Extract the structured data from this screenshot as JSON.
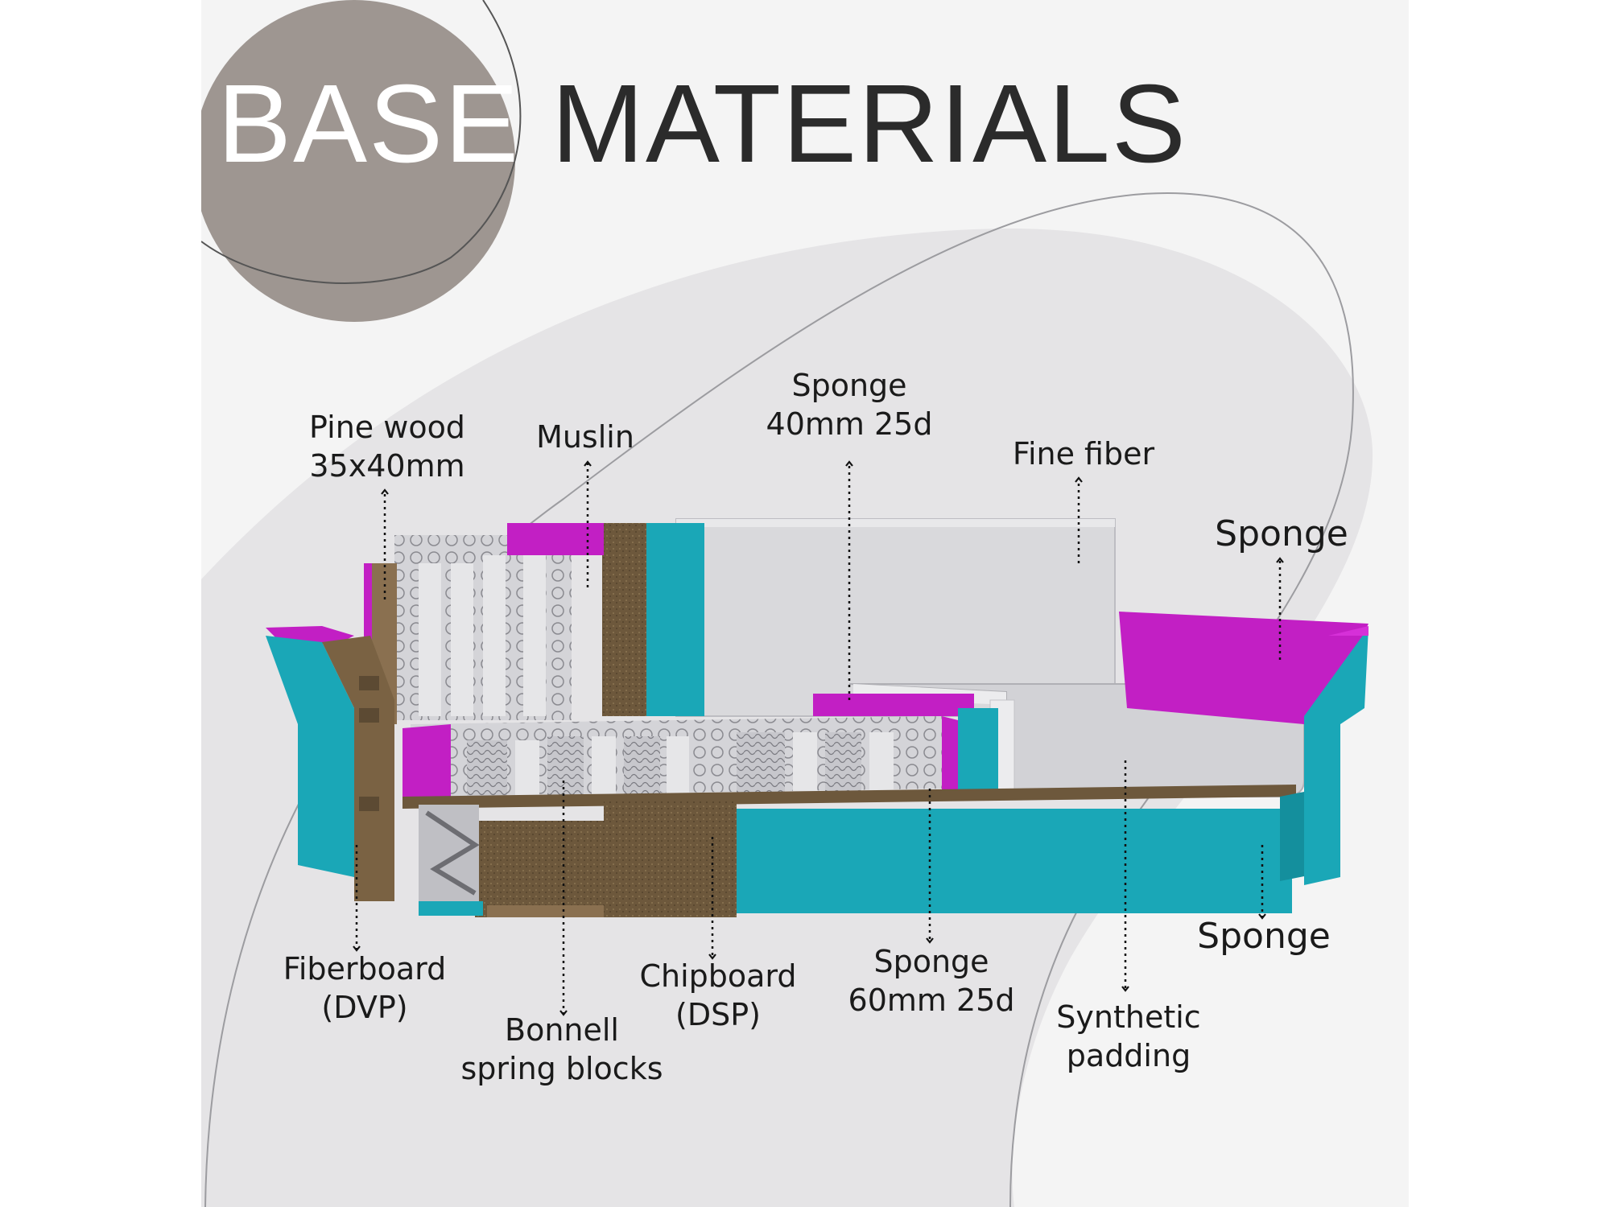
{
  "title": {
    "word1": "BASE",
    "word2": "MATERIALS"
  },
  "labels": {
    "pine_wood": [
      "Pine wood",
      "35x40mm"
    ],
    "muslin": [
      "Muslin"
    ],
    "sponge_40": [
      "Sponge",
      "40mm 25d"
    ],
    "fine_fiber": [
      "Fine fiber"
    ],
    "sponge_arm": [
      "Sponge"
    ],
    "fiberboard": [
      "Fiberboard",
      "(DVP)"
    ],
    "bonnell": [
      "Bonnell",
      "spring blocks"
    ],
    "chipboard": [
      "Chipboard",
      "(DSP)"
    ],
    "sponge_60": [
      "Sponge",
      "60mm 25d"
    ],
    "synthetic": [
      "Synthetic",
      "padding"
    ],
    "sponge_base": [
      "Sponge"
    ]
  },
  "colors": {
    "page_bg": "#f4f4f4",
    "backdrop": "#e5e4e6",
    "badge": "#9e9691",
    "teal": "#1aa7b7",
    "magenta": "#c21fc4",
    "wood": "#7a6243",
    "chipboard": "#6b5538",
    "grey_foam": "#d9d9dc",
    "white_foam": "#ececee"
  }
}
